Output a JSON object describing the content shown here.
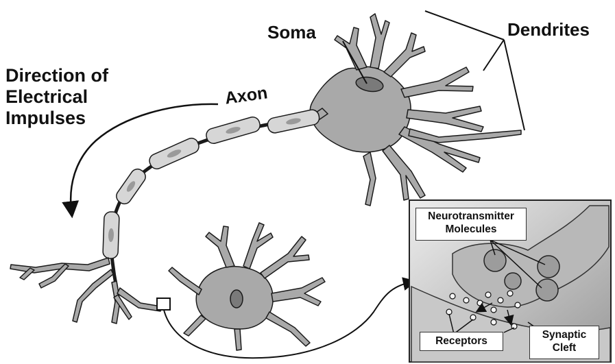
{
  "labels": {
    "soma": "Soma",
    "dendrites": "Dendrites",
    "axon": "Axon",
    "direction_line1": "Direction of",
    "direction_line2": "Electrical",
    "direction_line3": "Impulses"
  },
  "inset": {
    "neurotransmitter_line1": "Neurotransmitter",
    "neurotransmitter_line2": "Molecules",
    "receptors": "Receptors",
    "synaptic_line1": "Synaptic",
    "synaptic_line2": "Cleft"
  },
  "colors": {
    "membrane_fill": "#a9a9a9",
    "myelin_fill": "#d6d6d6",
    "nucleus_fill": "#7a7a7a",
    "outline": "#1a1a1a"
  }
}
